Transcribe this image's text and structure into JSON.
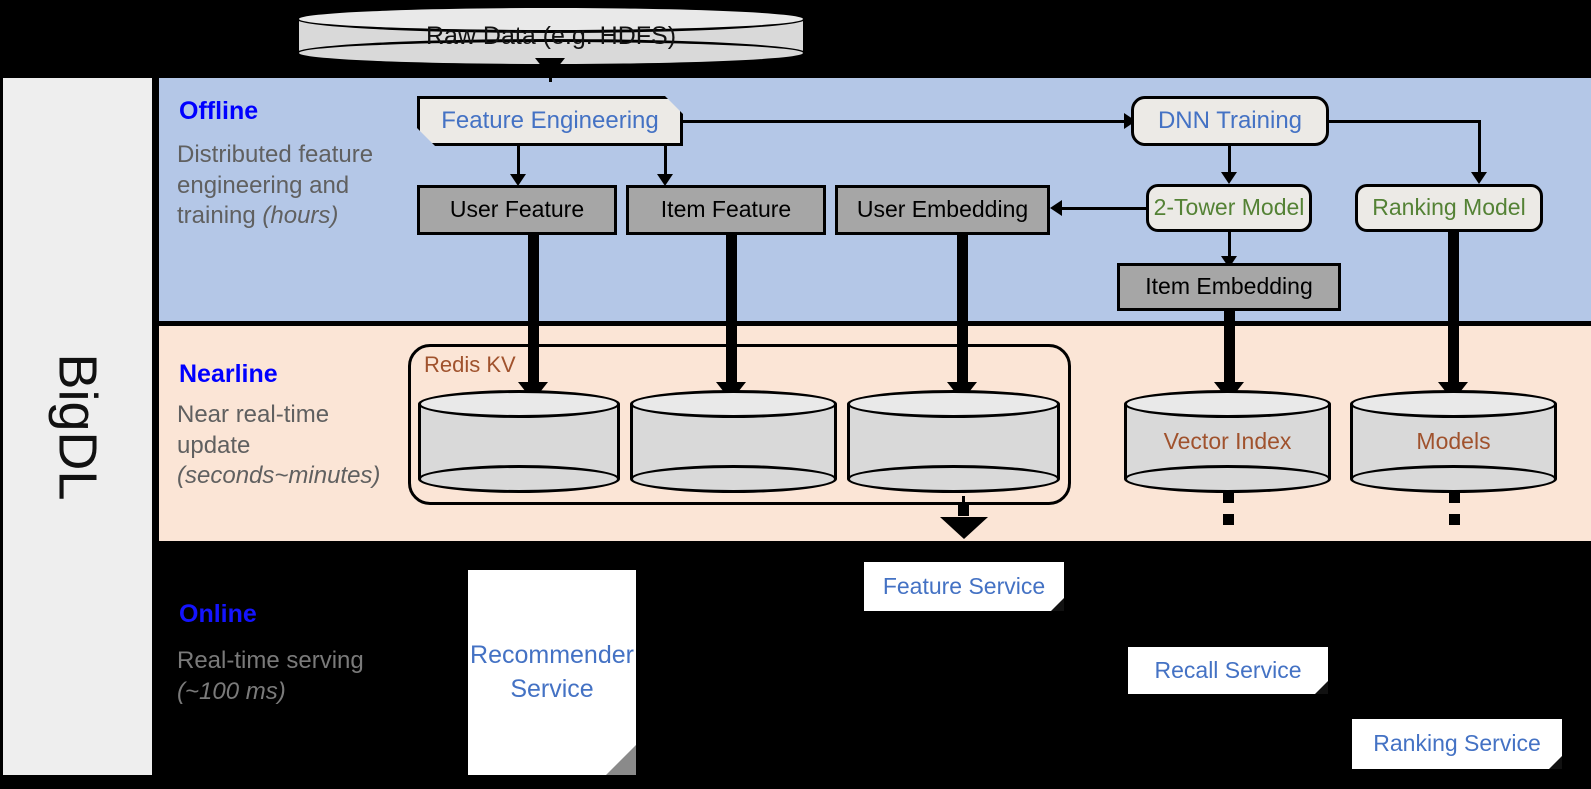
{
  "sidebar": {
    "label": "BigDL"
  },
  "bands": [
    {
      "id": "offline",
      "title": "Offline",
      "desc_plain": "Distributed feature engineering and training ",
      "desc_italic": "(hours)",
      "bg": "#b4c7e7"
    },
    {
      "id": "nearline",
      "title": "Nearline",
      "desc_plain": "Near real-time update ",
      "desc_italic": "(seconds~minutes)",
      "bg": "#fbe5d6"
    },
    {
      "id": "online",
      "title": "Online",
      "desc_plain": "Real-time serving ",
      "desc_italic": "(~100 ms)",
      "bg": "#000000"
    }
  ],
  "nodes": {
    "raw_data": "Raw Data (e.g. HDFS)",
    "feature_engineering": "Feature Engineering",
    "dnn_training": "DNN Training",
    "user_feature": "User Feature",
    "item_feature": "Item Feature",
    "user_embedding": "User Embedding",
    "two_tower_model": "2-Tower Model",
    "ranking_model": "Ranking Model",
    "item_embedding": "Item Embedding",
    "redis_kv": "Redis KV",
    "vector_index": "Vector Index",
    "models": "Models",
    "feature_service": "Feature Service",
    "recommender_service": "Recommender Service",
    "recall_service": "Recall Service",
    "ranking_service": "Ranking Service"
  },
  "colors": {
    "offline_bg": "#b4c7e7",
    "nearline_bg": "#fbe5d6",
    "online_bg": "#000000",
    "band_title": "#0000ff",
    "band_desc": "#606060",
    "blue_text": "#4472c4",
    "green_text": "#548235",
    "brown_text": "#a0522d",
    "gray_box": "#a6a6a6",
    "light_box": "#eceae6",
    "cylinder": "#d9d9d9",
    "sidebar_bg": "#eeeeee"
  }
}
